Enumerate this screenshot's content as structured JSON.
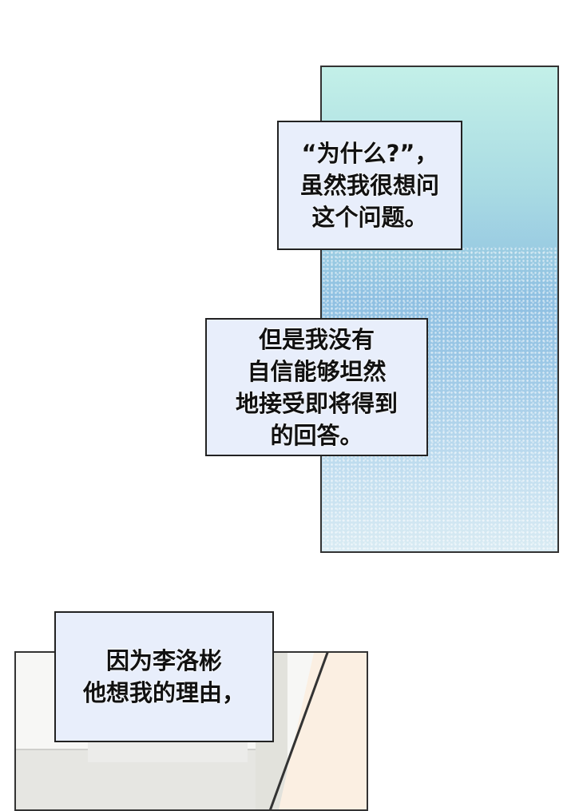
{
  "panel1": {
    "caption1": {
      "lines": [
        "“为什么?”，",
        "虽然我很想问",
        "这个问题。"
      ]
    },
    "caption2": {
      "lines": [
        "但是我没有",
        "自信能够坦然",
        "地接受即将得到",
        "的回答。"
      ]
    }
  },
  "panel2": {
    "caption3": {
      "lines": [
        "因为李洛彬",
        "他想我的理由，"
      ]
    }
  },
  "colors": {
    "caption_bg": "#e8eefb",
    "border": "#222222"
  }
}
